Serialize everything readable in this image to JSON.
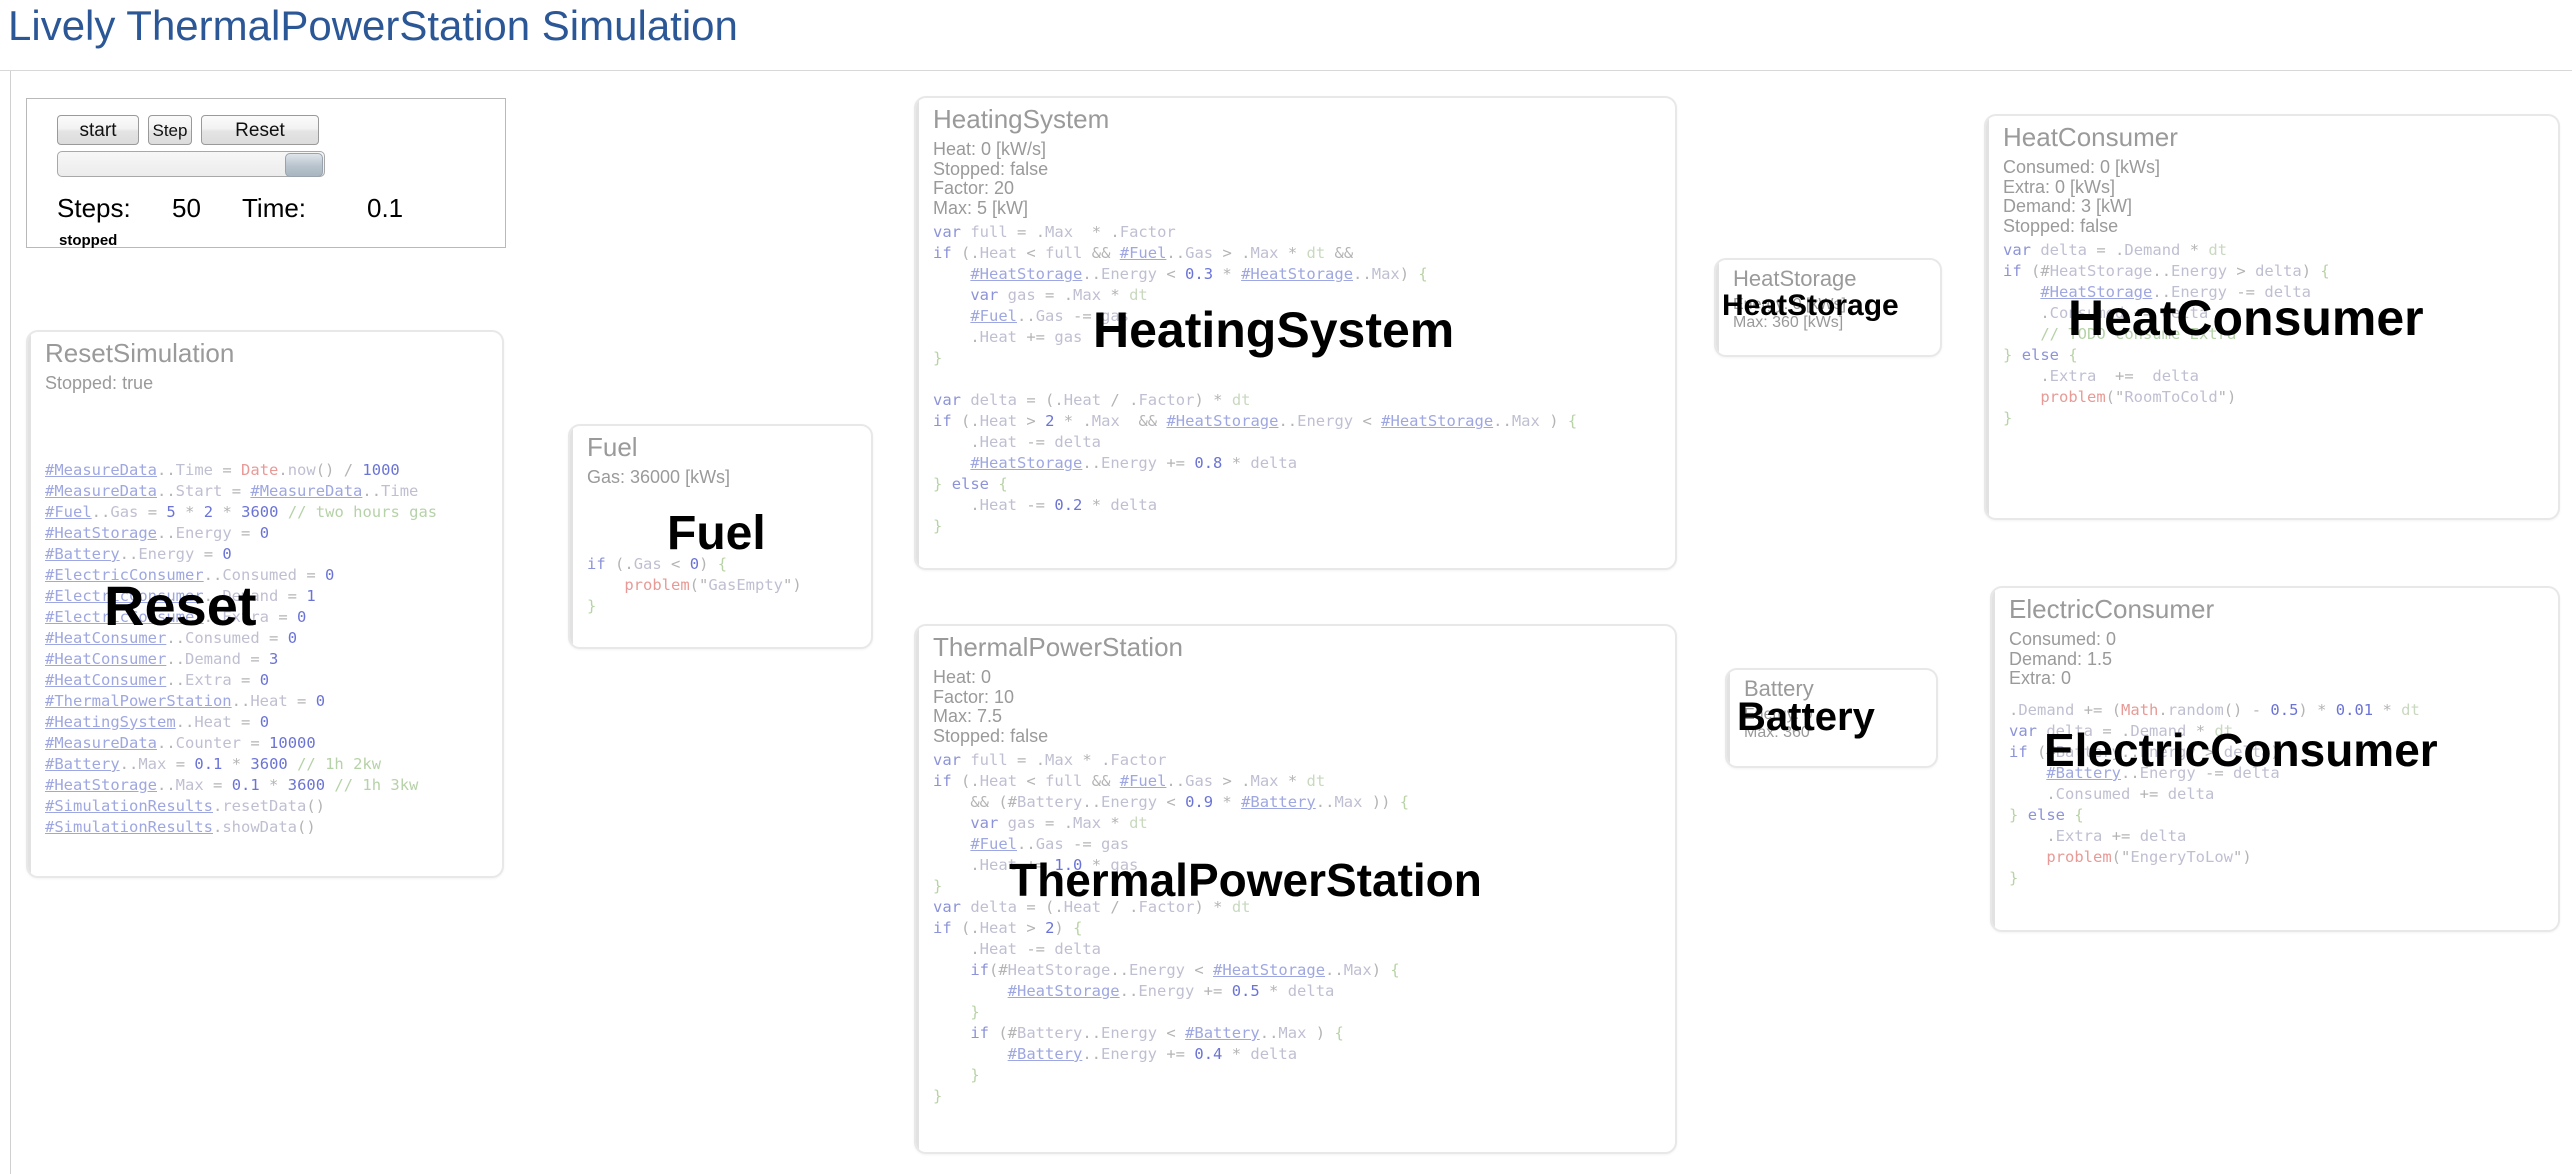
{
  "page": {
    "title": "Lively ThermalPowerStation Simulation",
    "title_color": "#2b5797"
  },
  "controls": {
    "start_label": "start",
    "step_label": "Step",
    "reset_label": "Reset",
    "slider_value": 100,
    "steps_label": "Steps:",
    "steps_value": "50",
    "time_label": "Time:",
    "time_value": "0.1",
    "status": "stopped"
  },
  "cards": {
    "reset_simulation": {
      "title": "ResetSimulation",
      "props": "Stopped: true",
      "overlay": "Reset",
      "code_lines": [
        "#MeasureData.$.Time = Date.now() / 1000",
        "#MeasureData.$.Start = #MeasureData.$.Time",
        "#Fuel.$.Gas = 5 * 2 * 3600 // two hours gas",
        "#HeatStorage.$.Energy = 0",
        "#Battery.$.Energy = 0",
        "#ElectricConsumer.$.Consumed = 0",
        "#ElectricConsumer.$.Demand = 1",
        "#ElectricConsumer.$.Extra = 0",
        "#HeatConsumer.$.Consumed = 0",
        "#HeatConsumer.$.Demand = 3",
        "#HeatConsumer.$.Extra = 0",
        "#ThermalPowerStation.$.Heat = 0",
        "#HeatingSystem.$.Heat = 0",
        "#MeasureData.$.Counter = 10000",
        "#Battery.$.Max = 0.1 * 3600 // 1h 2kw",
        "#HeatStorage.$.Max = 0.1 * 3600 // 1h 3kw",
        "#SimulationResults.resetData()",
        "#SimulationResults.showData()"
      ]
    },
    "fuel": {
      "title": "Fuel",
      "props": "Gas: 36000 [kWs]",
      "overlay": "Fuel",
      "code_lines": [
        "if ($.Gas < 0) {",
        "    problem(\"GasEmpty\")",
        "}"
      ]
    },
    "heating_system": {
      "title": "HeatingSystem",
      "props": "Heat: 0 [kW/s]\nStopped: false\nFactor: 20\nMax: 5 [kW]",
      "overlay": "HeatingSystem",
      "code_lines": [
        "var full = $.Max  * $.Factor",
        "if ($.Heat < full && #Fuel.$.Gas > $.Max * dt &&",
        "    #HeatStorage.$.Energy < 0.3 * #HeatStorage.$.Max) {",
        "    var gas = $.Max * dt",
        "    #Fuel.$.Gas -= gas",
        "    $.Heat += gas",
        "}",
        "",
        "var delta = ($.Heat / $.Factor) * dt",
        "if ($.Heat > 2 * $.Max  && #HeatStorage.$.Energy < #HeatStorage.$.Max ) {",
        "    $.Heat -= delta",
        "    #HeatStorage.$.Energy += 0.8 * delta",
        "} else {",
        "    $.Heat -= 0.2 * delta",
        "}"
      ]
    },
    "thermal_power_station": {
      "title": "ThermalPowerStation",
      "props": "Heat: 0\nFactor: 10\nMax: 7.5\nStopped: false",
      "overlay": "ThermalPowerStation",
      "code_lines": [
        "var full = $.Max * $.Factor",
        "if ($.Heat < full && #Fuel.$.Gas > $.Max * dt",
        "    && (#Battery.$.Energy < 0.9 * #Battery.$.Max )) {",
        "    var gas = $.Max * dt",
        "    #Fuel.$.Gas -= gas",
        "    $.Heat += 1.0 * gas",
        "}",
        "var delta = ($.Heat / $.Factor) * dt",
        "if ($.Heat > 2) {",
        "    $.Heat -= delta",
        "    if(#HeatStorage.$.Energy < #HeatStorage.$.Max) {",
        "        #HeatStorage.$.Energy += 0.5 * delta",
        "    }",
        "    if (#Battery.$.Energy < #Battery.$.Max ) {",
        "        #Battery.$.Energy += 0.4 * delta",
        "    }",
        "}"
      ]
    },
    "heat_storage": {
      "title": "HeatStorage",
      "props": "Energy: 0 [kWs]\nMax: 360 [kWs]",
      "overlay": "HeatStorage",
      "code_lines": []
    },
    "battery": {
      "title": "Battery",
      "props": "Energy: 0\nMax: 360",
      "overlay": "Battery",
      "code_lines": []
    },
    "heat_consumer": {
      "title": "HeatConsumer",
      "props": "Consumed: 0 [kWs]\nExtra: 0 [kWs]\nDemand: 3 [kW]\nStopped: false",
      "overlay": "HeatConsumer",
      "code_lines": [
        "var delta = $.Demand * dt",
        "if (#HeatStorage.$.Energy > delta) {",
        "    #HeatStorage.$.Energy -= delta",
        "    $.Consumed += delta",
        "    // TODO consume Extra",
        "} else {",
        "    $.Extra  +=  delta",
        "    problem(\"RoomToCold\")",
        "}"
      ]
    },
    "electric_consumer": {
      "title": "ElectricConsumer",
      "props": "Consumed: 0\nDemand: 1.5\nExtra: 0",
      "overlay": "ElectricConsumer",
      "code_lines": [
        "$.Demand += (Math.random() - 0.5) * 0.01 * dt",
        "var delta = $.Demand * dt",
        "if (#Battery.$.Energy > delta) {",
        "    #Battery.$.Energy -= delta",
        "    $.Consumed += delta",
        "} else {",
        "    $.Extra += delta",
        "    problem(\"EngeryToLow\")",
        "}"
      ]
    }
  }
}
